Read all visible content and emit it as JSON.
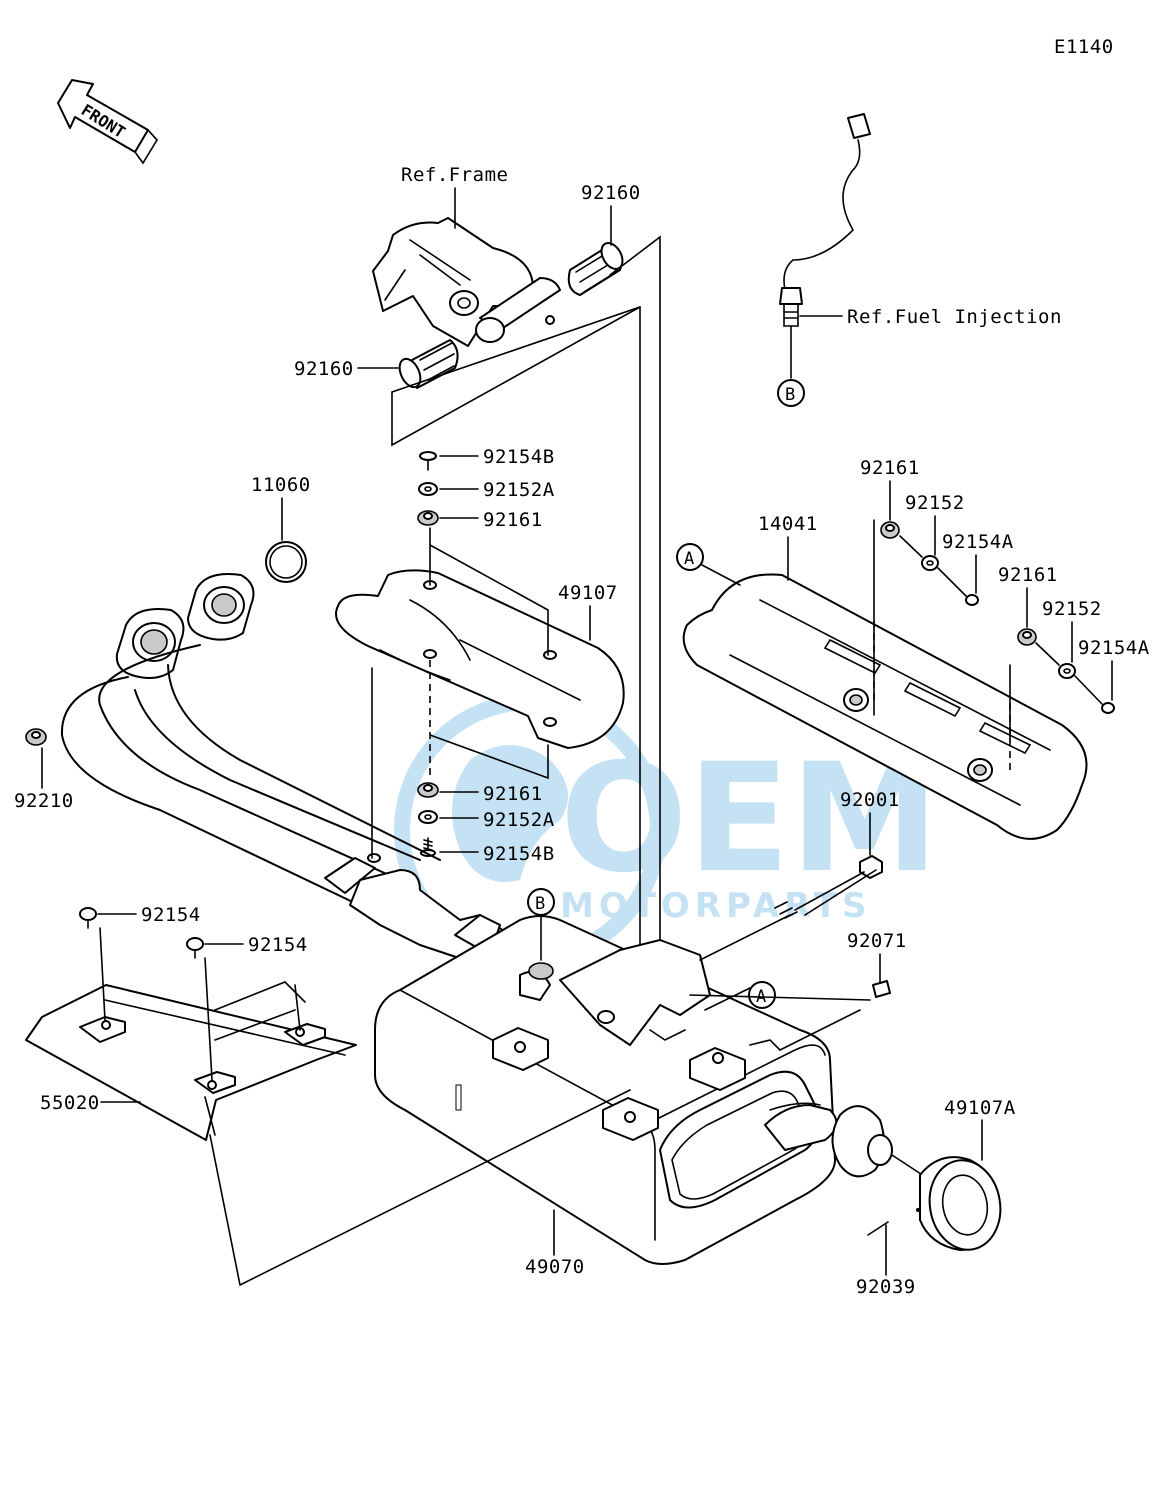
{
  "diagram_code": "E1140",
  "front_badge": "FRONT",
  "watermark": {
    "logo": "OEM",
    "sub": "MOTORPARTS",
    "color": "#2f9bd6"
  },
  "refs": {
    "frame": "Ref.Frame",
    "fuel_injection": "Ref.Fuel Injection"
  },
  "circle_markers": {
    "a": "A",
    "b": "B"
  },
  "parts": {
    "p92160_top": "92160",
    "p92160_left": "92160",
    "p92154B_top": "92154B",
    "p92152A_top": "92152A",
    "p92161_top": "92161",
    "p49107": "49107",
    "p11060": "11060",
    "p92210": "92210",
    "p92161_mid": "92161",
    "p92152A_mid": "92152A",
    "p92154B_mid": "92154B",
    "p14041": "14041",
    "p92161_r1": "92161",
    "p92152_r1": "92152",
    "p92154A_r1": "92154A",
    "p92161_r2": "92161",
    "p92152_r2": "92152",
    "p92154A_r2": "92154A",
    "p92001": "92001",
    "p92071": "92071",
    "p92154_1": "92154",
    "p92154_2": "92154",
    "p55020": "55020",
    "p49070": "49070",
    "p49107A": "49107A",
    "p92039": "92039"
  }
}
